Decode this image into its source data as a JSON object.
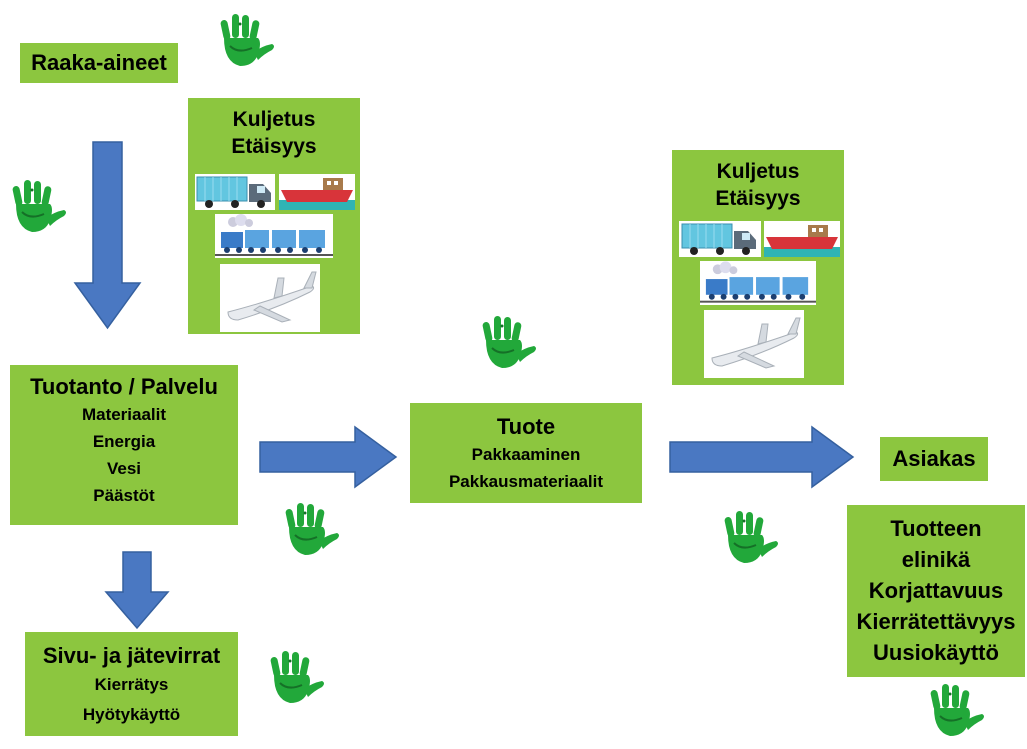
{
  "raw_materials": {
    "label": "Raaka-aineet"
  },
  "transport_1": {
    "line1": "Kuljetus",
    "line2": "Etäisyys"
  },
  "transport_2": {
    "line1": "Kuljetus",
    "line2": "Etäisyys"
  },
  "production": {
    "title": "Tuotanto / Palvelu",
    "items": [
      "Materiaalit",
      "Energia",
      "Vesi",
      "Päästöt"
    ]
  },
  "product": {
    "title": "Tuote",
    "items": [
      "Pakkaaminen",
      "Pakkausmateriaalit"
    ]
  },
  "customer": {
    "label": "Asiakas"
  },
  "product_life": {
    "items": [
      "Tuotteen",
      "elinikä",
      "Korjattavuus",
      "Kierrätettävyys",
      "Uusiokäyttö"
    ]
  },
  "side_streams": {
    "title": "Sivu- ja jätevirrat",
    "items": [
      "Kierrätys",
      "Hyötykäyttö"
    ]
  },
  "colors": {
    "box_fill": "#8cc63f",
    "arrow_fill": "#4a78c2",
    "hand_green": "#22a83a"
  },
  "icons": [
    "green-hand-icon",
    "truck-icon",
    "boat-icon",
    "train-icon",
    "airplane-icon"
  ]
}
